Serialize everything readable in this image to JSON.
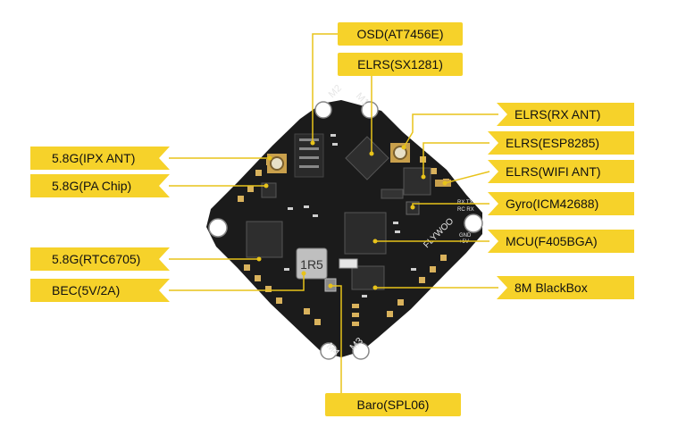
{
  "labels": {
    "osd": "OSD(AT7456E)",
    "elrs_sx": "ELRS(SX1281)",
    "elrs_rx_ant": "ELRS(RX ANT)",
    "elrs_esp": "ELRS(ESP8285)",
    "elrs_wifi": "ELRS(WIFI ANT)",
    "gyro": "Gyro(ICM42688)",
    "mcu": "MCU(F405BGA)",
    "blackbox": "8M BlackBox",
    "baro": "Baro(SPL06)",
    "ipx_ant": "5.8G(IPX ANT)",
    "pa_chip": "5.8G(PA Chip)",
    "rtc": "5.8G(RTC6705)",
    "bec": "BEC(5V/2A)"
  },
  "board": {
    "motors": [
      "M1",
      "M2",
      "M3",
      "M4"
    ],
    "brand": "FLYWOO",
    "chip_marking": "1R5",
    "pad_labels": [
      "RX TX",
      "RC RX",
      "GND",
      "+5V"
    ]
  },
  "colors": {
    "board": "#1b1b1b",
    "silk": "#e6e6e6",
    "pad": "#d9b25c",
    "callout": "#f6d22a",
    "leader": "#e8c31a"
  }
}
